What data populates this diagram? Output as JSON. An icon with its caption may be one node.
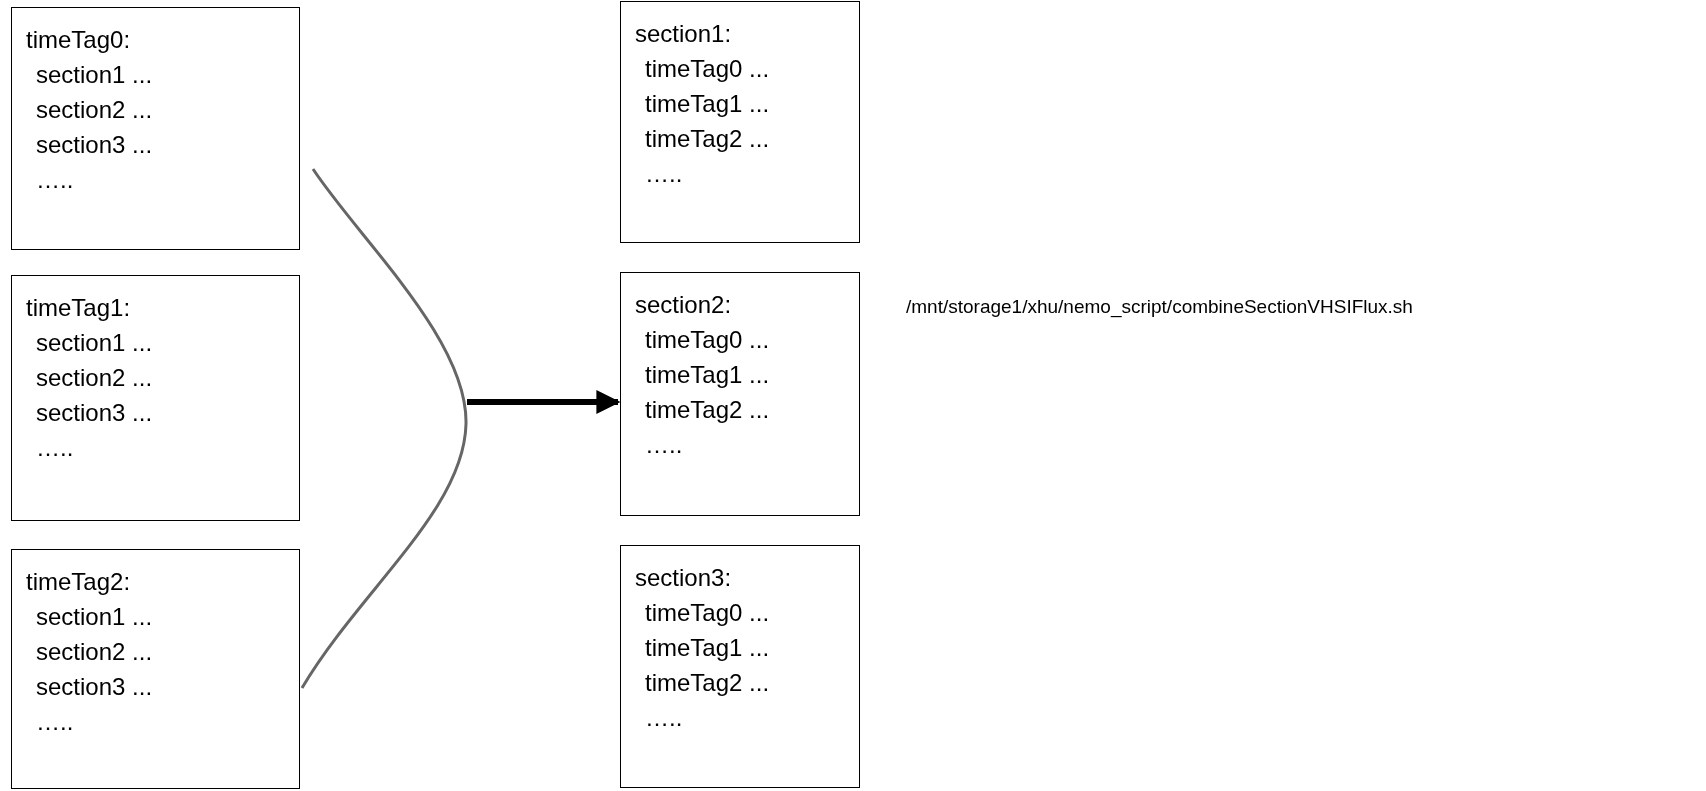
{
  "diagram": {
    "nodes": [
      {
        "text": [
          "timeTag0:",
          "section1 ...",
          "section2 ...",
          "section3 ...",
          "….."
        ]
      },
      {
        "text": [
          "timeTag1:",
          "section1 ...",
          "section2 ...",
          "section3 ...",
          "….."
        ]
      },
      {
        "text": [
          "timeTag2:",
          "section1 ...",
          "section2 ...",
          "section3 ...",
          "….."
        ]
      },
      {
        "text": [
          "section1:",
          "timeTag0 ...",
          "timeTag1 ...",
          "timeTag2 ...",
          "….."
        ]
      },
      {
        "text": [
          "section2:",
          "timeTag0 ...",
          "timeTag1 ...",
          "timeTag2 ...",
          "….."
        ]
      },
      {
        "text": [
          "section3:",
          "timeTag0 ...",
          "timeTag1 ...",
          "timeTag2 ...",
          "….."
        ]
      },
      {
        "text": [],
        "shape": "bracket"
      }
    ],
    "edges": [
      {
        "from": 6,
        "to": 4,
        "arrow": "to"
      }
    ],
    "labels": [
      "/mnt/storage1/xhu/nemo_script/combineSectionVHSIFlux.sh"
    ]
  }
}
